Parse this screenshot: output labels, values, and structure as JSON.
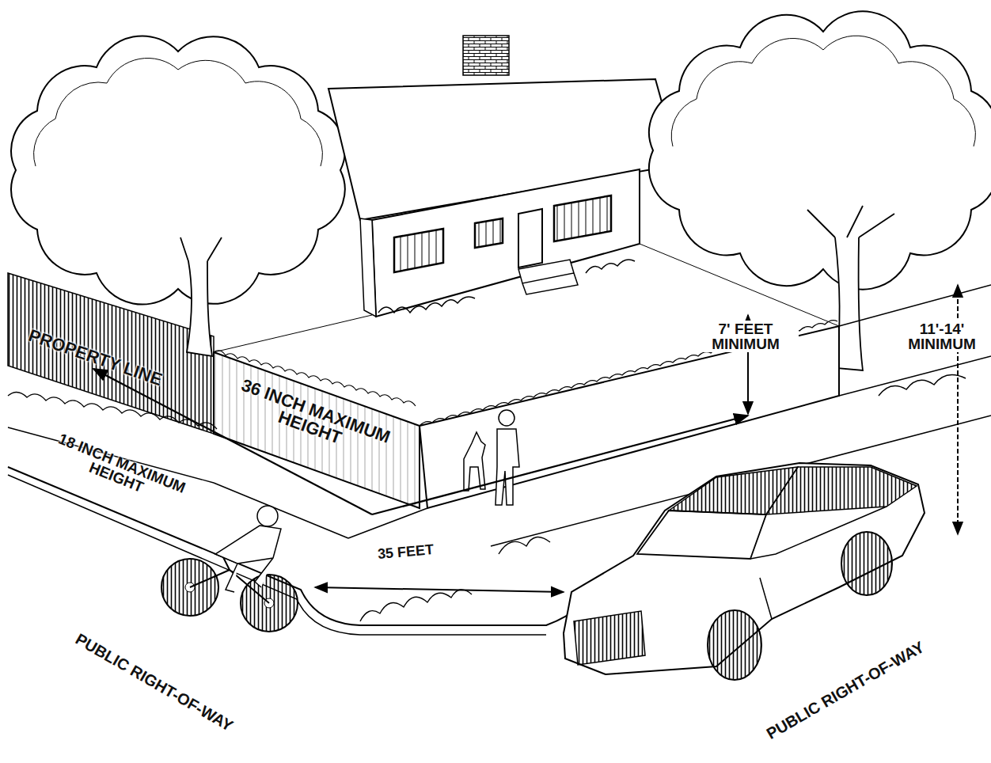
{
  "diagram": {
    "labels": [
      "PROPERTY LINE",
      "36 INCH MAXIMUM HEIGHT",
      "18 INCH MAXIMUM HEIGHT",
      "35 FEET",
      "7' FEET MINIMUM",
      "11'-14' MINIMUM",
      "PUBLIC RIGHT-OF-WAY",
      "PUBLIC RIGHT-OF-WAY"
    ]
  }
}
